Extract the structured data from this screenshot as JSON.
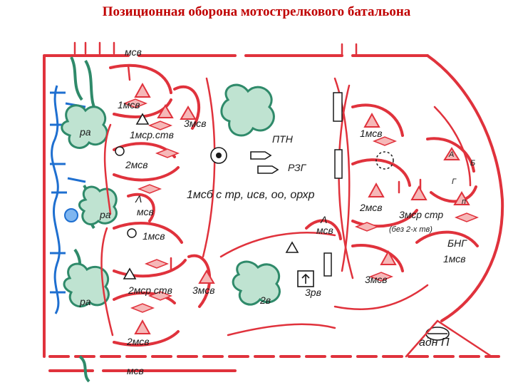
{
  "title": "Позиционная оборона мотострелкового батальона",
  "labels": {
    "msv_top": "мсв",
    "msv1_a": "1мсв",
    "msv3_a": "3мсв",
    "msr1_a": "1мср.ств",
    "msv2_a": "2мсв",
    "ra_1": "ра",
    "ptn": "ПТН",
    "rzg": "РЗГ",
    "msb1": "1мсб с тр, исв, оо, орхр",
    "lambda_a": "Λ",
    "msv_mid": "мсв",
    "ra_2": "ра",
    "msv1_b": "1мсв",
    "msr2": "2мср ств",
    "msv3_b": "3мсв",
    "ra_3": "ра",
    "msv2_b": "2мсв",
    "msv_bottom": "мсв",
    "lambda_b": "Λ",
    "msv_center": "мсв",
    "v2": "2в",
    "rv3": "3рв",
    "msv1_c": "1мсв",
    "msv2_c": "2мсв",
    "msr3": "3мср стр",
    "msr3_note": "(без 2-х тв)",
    "bng": "БНГ",
    "msv1_d": "1мсв",
    "msv3_c": "3мсв",
    "adnp": "адн П",
    "a": "А",
    "b": "Б",
    "g": "Г",
    "p": "п"
  },
  "colors": {
    "title": "#c00000",
    "defense_lines": "#e0323c",
    "forest": "#2f8a6a",
    "water": "#1e6fd0"
  }
}
